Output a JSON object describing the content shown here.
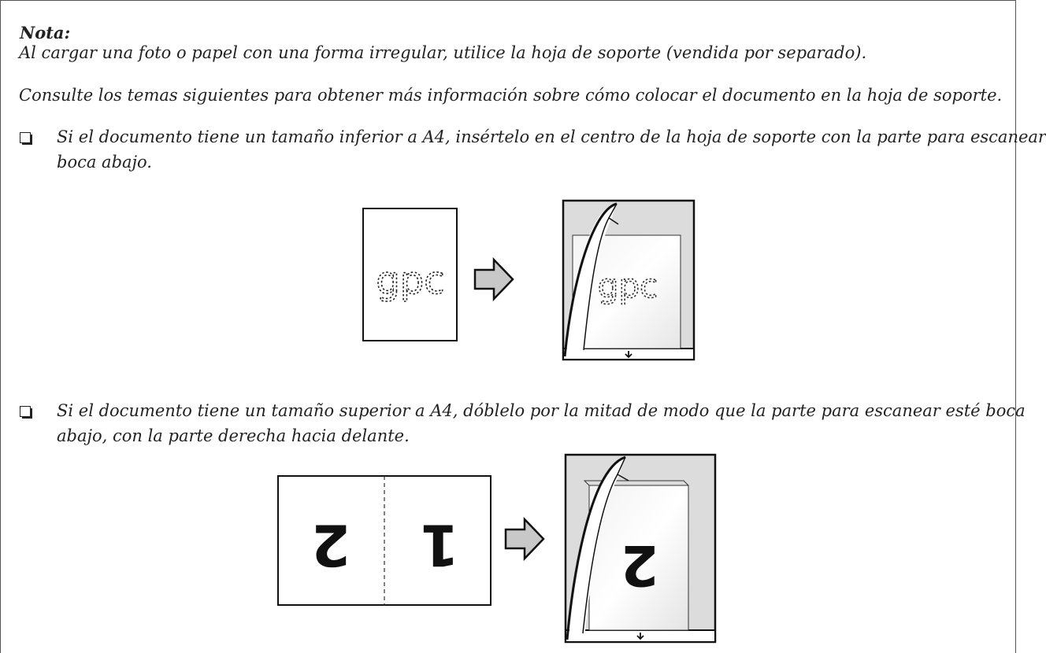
{
  "note": {
    "title": "Nota:",
    "line1": "Al cargar una foto o papel con una forma irregular, utilice la hoja de soporte (vendida por separado).",
    "line2": "Consulte los temas siguientes para obtener más información sobre cómo colocar el documento en la hoja de soporte."
  },
  "bullets": [
    {
      "line1": "Si el documento tiene un tamaño inferior a A4, insértelo en el centro de la hoja de soporte con la parte para escanear",
      "line2": "boca abajo."
    },
    {
      "line1": "Si el documento tiene un tamaño superior a A4, dóblelo por la mitad de modo que la parte para escanear esté boca",
      "line2": "abajo, con la parte derecha hacia delante."
    }
  ],
  "figure1": {
    "doc_text": "gpc"
  },
  "figure2": {
    "left_numeral": "2",
    "right_numeral": "1"
  },
  "colors": {
    "arrow_fill": "#c8c8c8",
    "sheet_gray": "#dcdcdc",
    "border": "#555555"
  }
}
